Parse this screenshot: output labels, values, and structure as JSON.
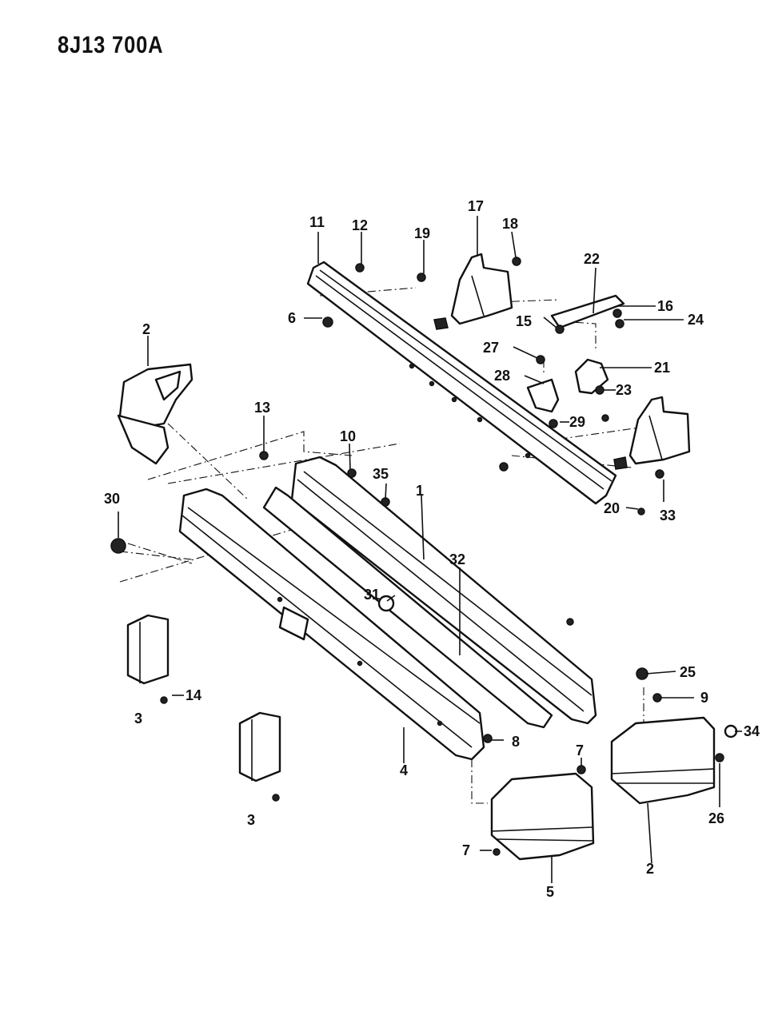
{
  "document_id": "8J13 700A",
  "callouts": [
    "1",
    "2",
    "2",
    "3",
    "3",
    "4",
    "5",
    "6",
    "7",
    "7",
    "8",
    "9",
    "10",
    "11",
    "12",
    "13",
    "14",
    "15",
    "16",
    "17",
    "18",
    "19",
    "20",
    "21",
    "22",
    "23",
    "24",
    "25",
    "26",
    "27",
    "28",
    "29",
    "30",
    "31",
    "32",
    "33",
    "34",
    "35"
  ]
}
